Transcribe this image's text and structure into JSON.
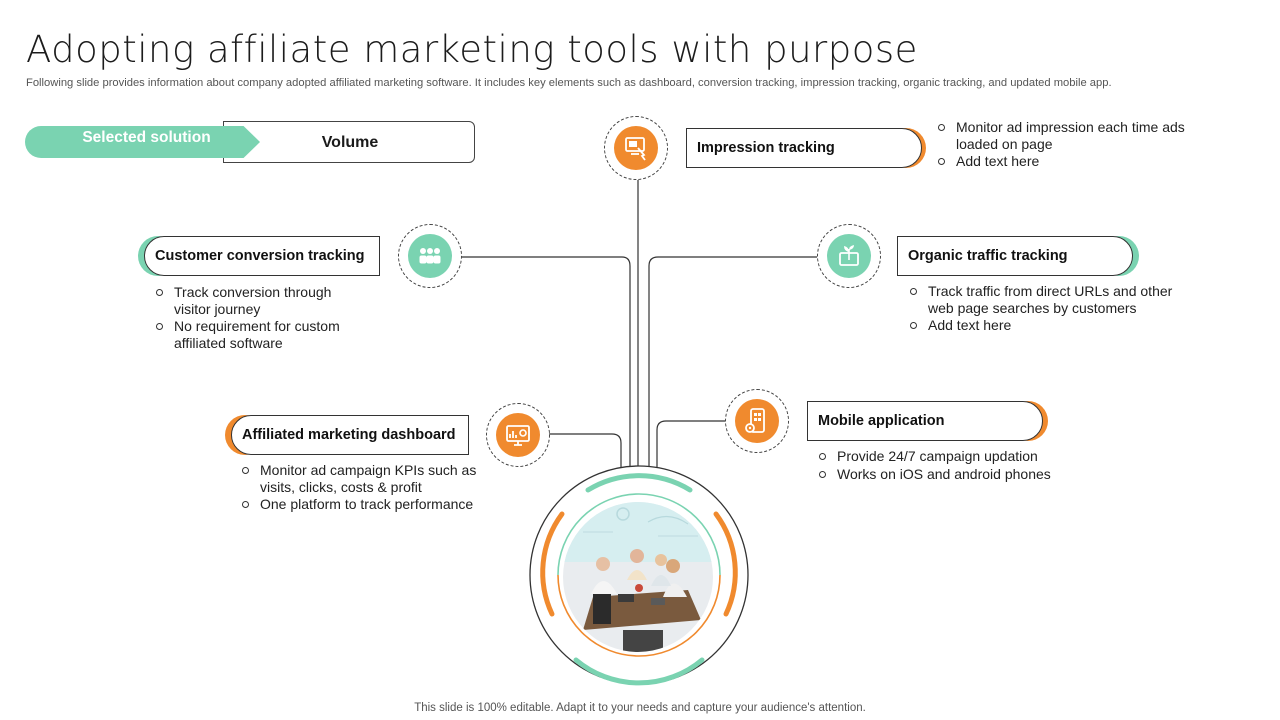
{
  "title": "Adopting affiliate marketing tools with purpose",
  "subtitle": "Following slide provides information about company adopted affiliated marketing software. It includes key elements such as dashboard, conversion tracking, impression tracking, organic tracking, and updated mobile app.",
  "footer": "This slide is 100% editable. Adapt it to your needs and capture your audience's attention.",
  "selected": {
    "label": "Selected solution",
    "value": "Volume"
  },
  "colors": {
    "green": "#7ad3b1",
    "orange": "#f08a2e",
    "dark": "#333333"
  },
  "features": {
    "impression": {
      "label": "Impression tracking",
      "icon": "monitor-hand-icon",
      "bullets": [
        "Monitor ad impression each time ads loaded on page",
        "Add text here"
      ]
    },
    "conversion": {
      "label": "Customer conversion tracking",
      "icon": "group-users-icon",
      "bullets": [
        "Track conversion through visitor journey",
        "No requirement for custom affiliated software"
      ]
    },
    "organic": {
      "label": "Organic traffic tracking",
      "icon": "plant-screen-icon",
      "bullets": [
        "Track traffic from direct URLs and other web page searches by customers",
        "Add text here"
      ]
    },
    "dashboard": {
      "label": "Affiliated marketing dashboard",
      "icon": "dashboard-monitor-icon",
      "bullets": [
        "Monitor ad campaign KPIs such as visits, clicks, costs & profit",
        "One platform to track performance"
      ]
    },
    "mobile": {
      "label": "Mobile application",
      "icon": "mobile-gear-icon",
      "bullets": [
        "Provide 24/7 campaign updation",
        "Works on iOS and android phones"
      ]
    }
  }
}
